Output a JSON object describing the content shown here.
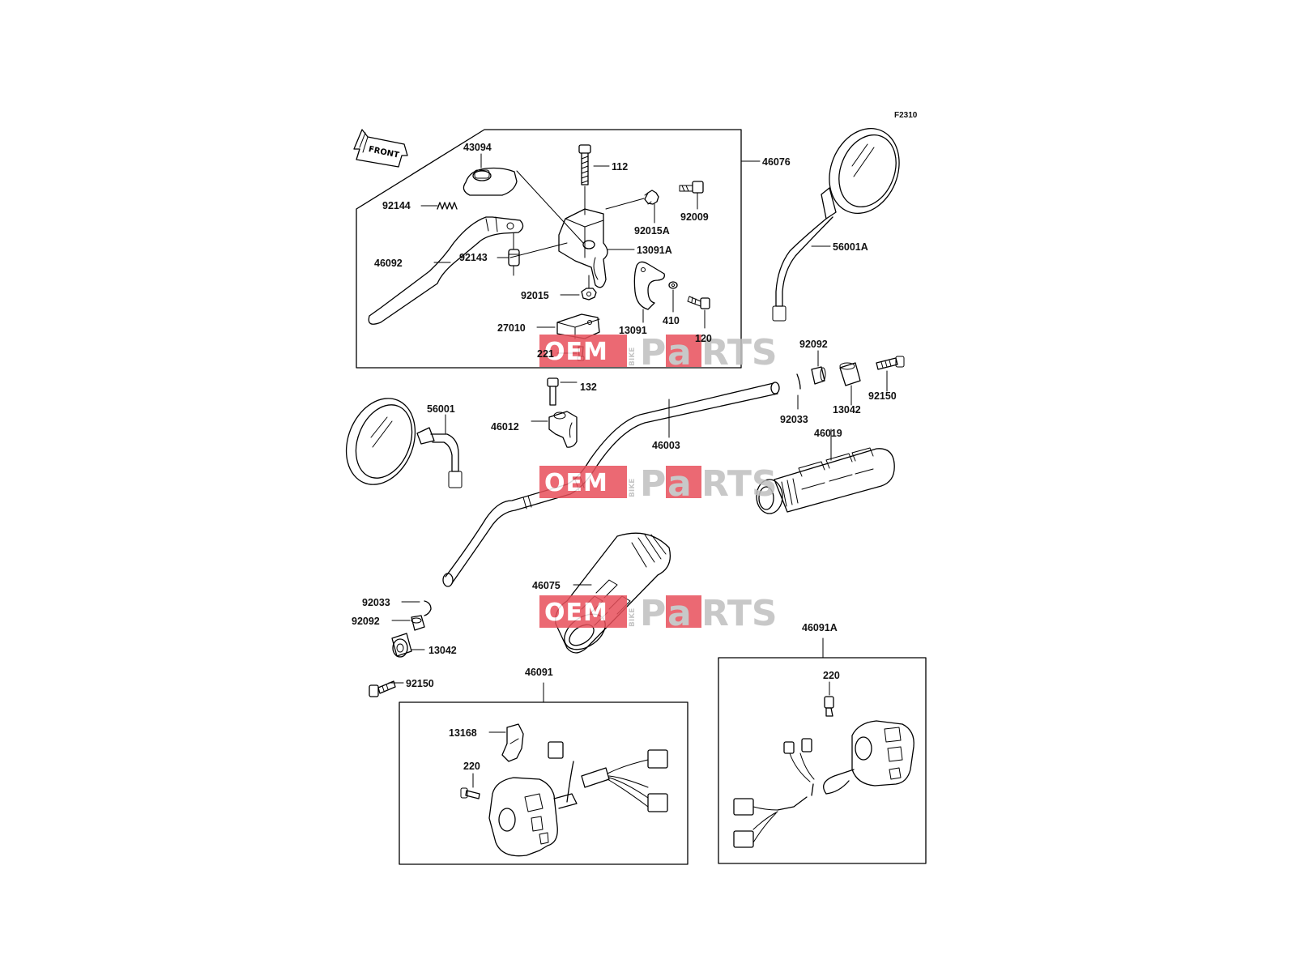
{
  "diagram_code": "F2310",
  "front_label": "FRONT",
  "watermark": {
    "text": "OEMBIKEPARTS",
    "brand_red": "#e8505b",
    "brand_grey": "#bdbdbd"
  },
  "labels": {
    "p43094": "43094",
    "p112": "112",
    "p46076": "46076",
    "p92144": "92144",
    "p92015a": "92015A",
    "p92009": "92009",
    "p13091a": "13091A",
    "p46092": "46092",
    "p92143": "92143",
    "p92015": "92015",
    "p410": "410",
    "p13091": "13091",
    "p120": "120",
    "p27010": "27010",
    "p221": "221",
    "p56001a": "56001A",
    "p92092r": "92092",
    "p92150r": "92150",
    "p92033r": "92033",
    "p13042r": "13042",
    "p132": "132",
    "p56001": "56001",
    "p46012": "46012",
    "p46003": "46003",
    "p46019": "46019",
    "p46075": "46075",
    "p92033l": "92033",
    "p92092l": "92092",
    "p13042l": "13042",
    "p92150l": "92150",
    "p46091": "46091",
    "p13168": "13168",
    "p220l": "220",
    "p46091a": "46091A",
    "p220r": "220"
  }
}
